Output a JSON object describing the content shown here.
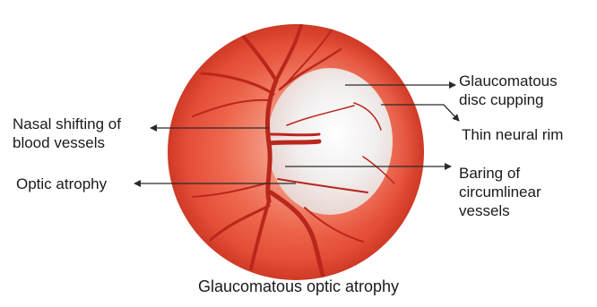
{
  "caption": "Glaucomatous optic atrophy",
  "labels": {
    "glaucomatous_cupping": "Glaucomatous\ndisc cupping",
    "thin_neural_rim": "Thin neural rim",
    "nasal_shifting": "Nasal shifting of\nblood vessels",
    "optic_atrophy": "Optic atrophy",
    "baring_vessels": "Baring of\ncircumlinear\nvessels"
  },
  "colors": {
    "fundus": "#e9543e",
    "fundus_edge": "#c8321f",
    "disc": "#f3f0ef",
    "vessel": "#b9271c",
    "arrow": "#2a2a2a"
  }
}
